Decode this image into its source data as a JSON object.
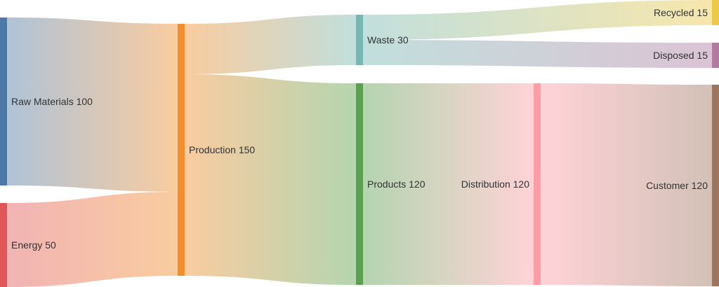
{
  "chart_data": {
    "type": "sankey",
    "nodes": [
      {
        "id": "raw",
        "label": "Raw Materials 100",
        "value": 100,
        "color": "#4e79a7",
        "column": 0
      },
      {
        "id": "energy",
        "label": "Energy 50",
        "value": 50,
        "color": "#e15759",
        "column": 0
      },
      {
        "id": "production",
        "label": "Production 150",
        "value": 150,
        "color": "#f28e2b",
        "column": 1
      },
      {
        "id": "waste",
        "label": "Waste 30",
        "value": 30,
        "color": "#76b7b2",
        "column": 2
      },
      {
        "id": "products",
        "label": "Products 120",
        "value": 120,
        "color": "#59a14f",
        "column": 2
      },
      {
        "id": "distribution",
        "label": "Distribution 120",
        "value": 120,
        "color": "#ff9da7",
        "column": 3
      },
      {
        "id": "recycled",
        "label": "Recycled 15",
        "value": 15,
        "color": "#edc948",
        "column": 4
      },
      {
        "id": "disposed",
        "label": "Disposed 15",
        "value": 15,
        "color": "#b07aa1",
        "column": 4
      },
      {
        "id": "customer",
        "label": "Customer 120",
        "value": 120,
        "color": "#9c755f",
        "column": 4
      }
    ],
    "links": [
      {
        "source": "raw",
        "target": "production",
        "value": 100
      },
      {
        "source": "energy",
        "target": "production",
        "value": 50
      },
      {
        "source": "production",
        "target": "waste",
        "value": 30
      },
      {
        "source": "production",
        "target": "products",
        "value": 120
      },
      {
        "source": "waste",
        "target": "recycled",
        "value": 15
      },
      {
        "source": "waste",
        "target": "disposed",
        "value": 15
      },
      {
        "source": "products",
        "target": "distribution",
        "value": 120
      },
      {
        "source": "distribution",
        "target": "customer",
        "value": 120
      }
    ]
  }
}
